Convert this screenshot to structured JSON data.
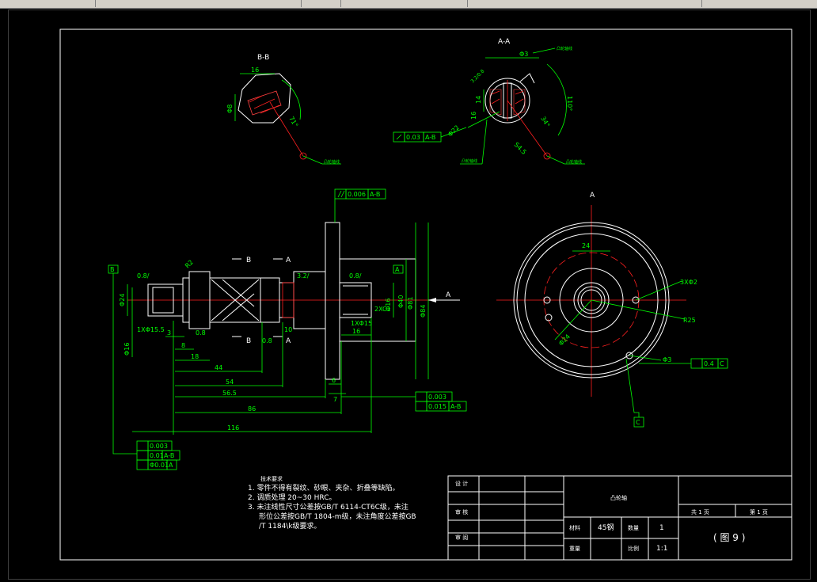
{
  "drawing": {
    "section_bb": "B-B",
    "section_aa": "A-A",
    "view_a": "A",
    "datum_b": "B",
    "datum_a": "A",
    "datum_c": "C",
    "arrow_a": "A"
  },
  "dims": {
    "d16": "16",
    "d8_phi": "Φ8",
    "angle_bb": "71°",
    "phi3": "Φ3",
    "d16_left": "16",
    "d14": "14",
    "phi22": "Φ22",
    "len110": "110°",
    "sr4": "S4.5",
    "ang34": "34°",
    "tol_parallel": "0.006",
    "tol_parallel_ref": "A-B",
    "tol_runout_aa": "0.03",
    "tol_runout_aa_ref": "A-B",
    "rough1": "0.8/",
    "rough2": "0.8/",
    "rough3": "3.2/",
    "phi24": "Φ24",
    "phi16": "Φ16",
    "chamfer": "1XΦ15.5",
    "r2": "R2",
    "d3": "3",
    "d8": "8",
    "d18": "18",
    "d44": "44",
    "d54": "54",
    "d56_5": "56.5",
    "d86": "86",
    "d116": "116",
    "d0_8": "0.8",
    "d0_8b": "0.8",
    "d10": "10",
    "d1x15": "1XΦ15",
    "d16b": "16",
    "d2xc1": "2XC1",
    "phi40": "Φ40",
    "phi81": "Φ81",
    "phi84": "Φ84",
    "phi16b": "Φ16",
    "d6": "6",
    "d7": "7",
    "tol_b1": "0.003",
    "tol_b2": "0.015",
    "tol_b2_ref": "A-B",
    "tol_l1": "0.003",
    "tol_l2": "0.01",
    "tol_l2_ref": "A-B",
    "tol_l3": "Φ0.01",
    "tol_l3_ref": "A",
    "d24": "24",
    "phi3x2": "3XΦ2",
    "r25": "R25",
    "phi24b": "Φ24",
    "phi3b": "Φ3",
    "tol_c": "0.4",
    "tol_c_ref": "C"
  },
  "notes": {
    "title": "技术要求",
    "line1": "1. 零件不得有裂纹、砂眼、夹杂、折叠等缺陷。",
    "line2": "2. 调质处理 20~30 HRC。",
    "line3": "3. 未注线性尺寸公差按GB/T 6114-CT6C级，未注",
    "line4": "形位公差按GB/T 1804-m级，未注角度公差按GB",
    "line5": "/T 1184\\k级要求。"
  },
  "title_block": {
    "design": "设 计",
    "check": "审 核",
    "approve": "审 阅",
    "part_name": "凸轮轴",
    "material_label": "材料",
    "material": "45钢",
    "qty_label": "数量",
    "qty": "1",
    "weight_label": "重量",
    "scale_label": "比例",
    "scale": "1:1",
    "sheets_total": "共 1 页",
    "sheet_no": "第 1 页",
    "figure": "( 图 9 )"
  }
}
